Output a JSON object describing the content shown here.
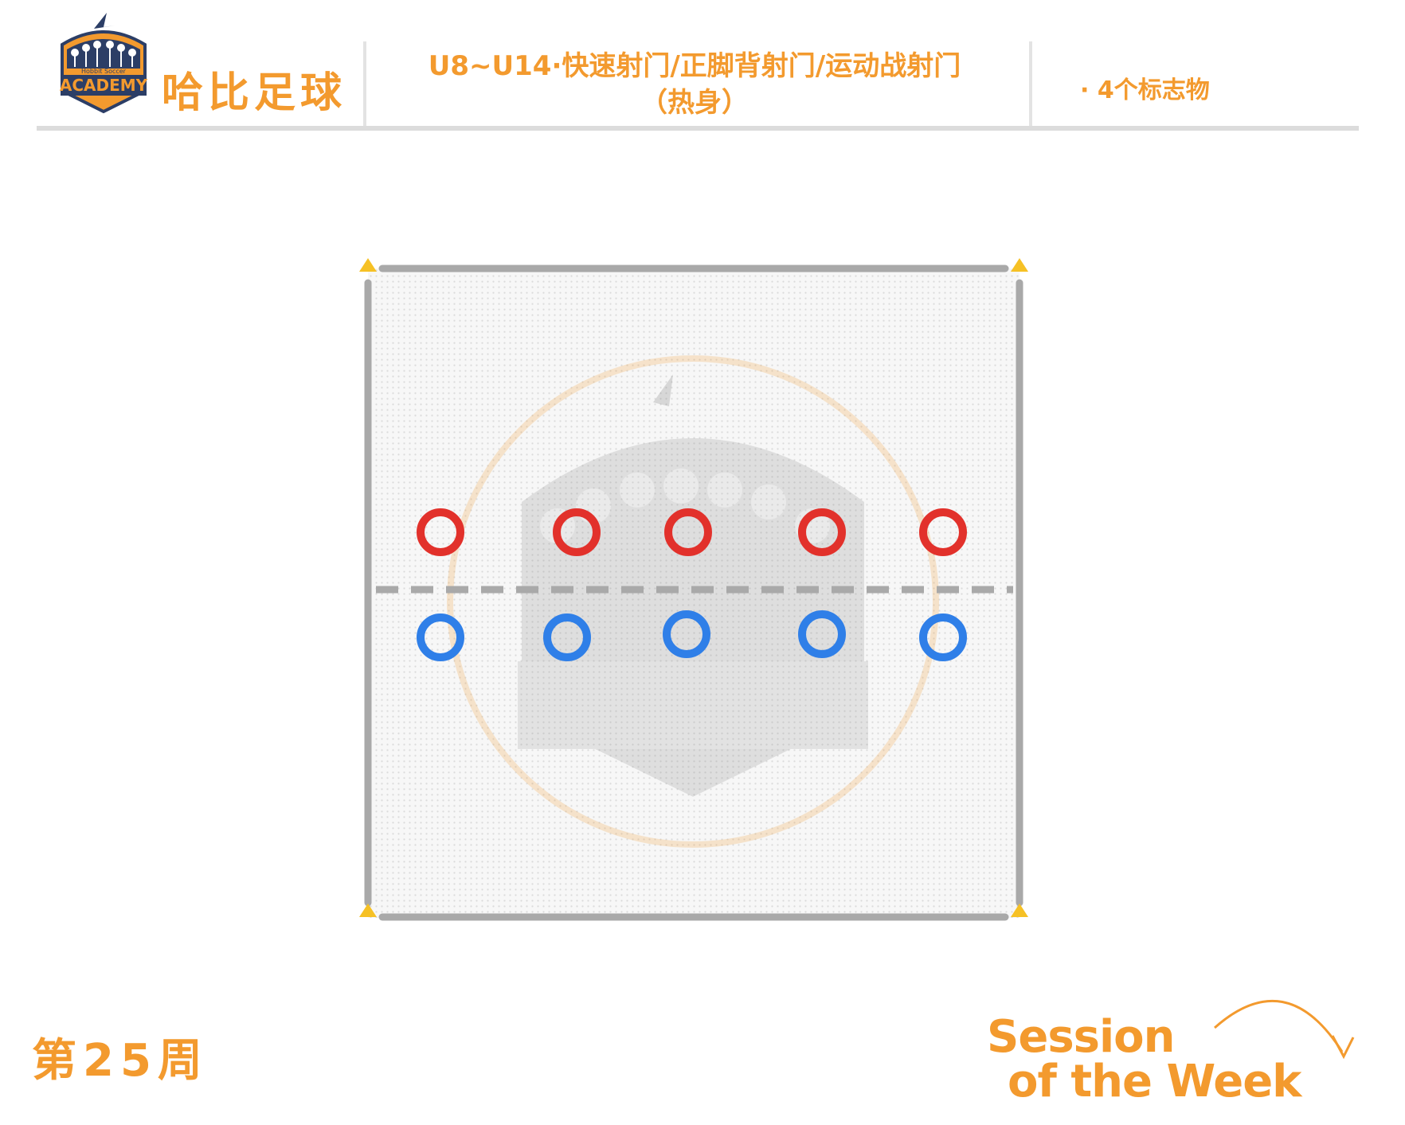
{
  "header": {
    "brand_name": "哈比足球",
    "logo": {
      "small_text": "Hobbit Soccer",
      "main_text": "ACADEMY",
      "icon": "academy-shield-logo"
    },
    "title_line1": "U8~U14·快速射门/正脚背射门/运动战射门",
    "title_line2": "（热身）",
    "equipment": "· 4个标志物"
  },
  "footer": {
    "week_label": "第25周",
    "session_line1": "Session",
    "session_line2": "of the Week"
  },
  "diagram": {
    "cones": 4,
    "players": {
      "red_team_count": 5,
      "blue_team_count": 5
    },
    "colors": {
      "accent": "#f39a2e",
      "red_player": "#e2312b",
      "blue_player": "#2f7fe8",
      "cone": "#f6c125",
      "boundary": "#a9a9a9",
      "dashed_line": "#a9a9a9"
    }
  }
}
